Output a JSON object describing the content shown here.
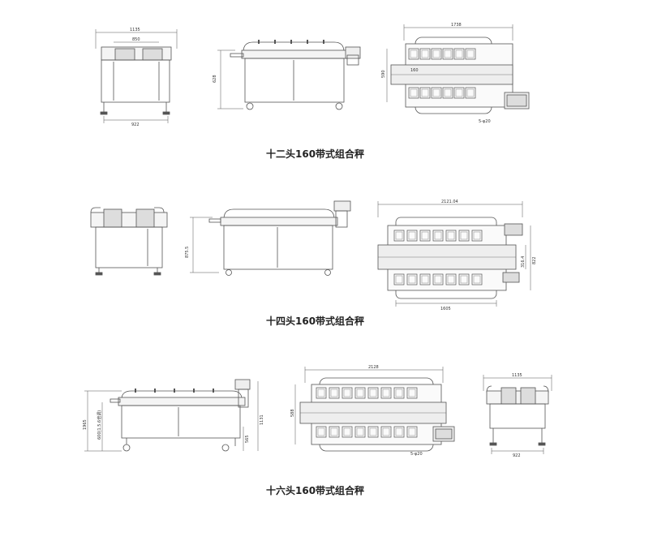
{
  "captions": {
    "row1": "十二头160带式组合秤",
    "row2": "十四头160带式组合秤",
    "row3": "十六头160带式组合秤"
  },
  "dims": {
    "r1_front_width": "1135",
    "r1_front_inner": "850",
    "r1_front_base": "922",
    "r1_side_height": "628",
    "r1_top_length": "1738",
    "r1_top_width": "590",
    "r1_top_inner": "160",
    "r1_top_pitch": "5-φ20",
    "r2_side_height": "875.5",
    "r2_top_length": "2121.04",
    "r2_top_inner": "316.4",
    "r2_top_width": "822",
    "r2_top_base": "1605",
    "r3_side_height": "1965",
    "r3_side_height2": "600(1.5.6倍调)",
    "r3_side_right": "1131",
    "r3_side_low": "565",
    "r3_top_length": "2128",
    "r3_top_width": "588",
    "r3_top_pitch": "5-φ20",
    "r3_front_width": "1135",
    "r3_front_base": "922"
  },
  "colors": {
    "line": "#555555",
    "frame": "#777777",
    "fill": "#f4f4f4",
    "accent": "#333333"
  }
}
